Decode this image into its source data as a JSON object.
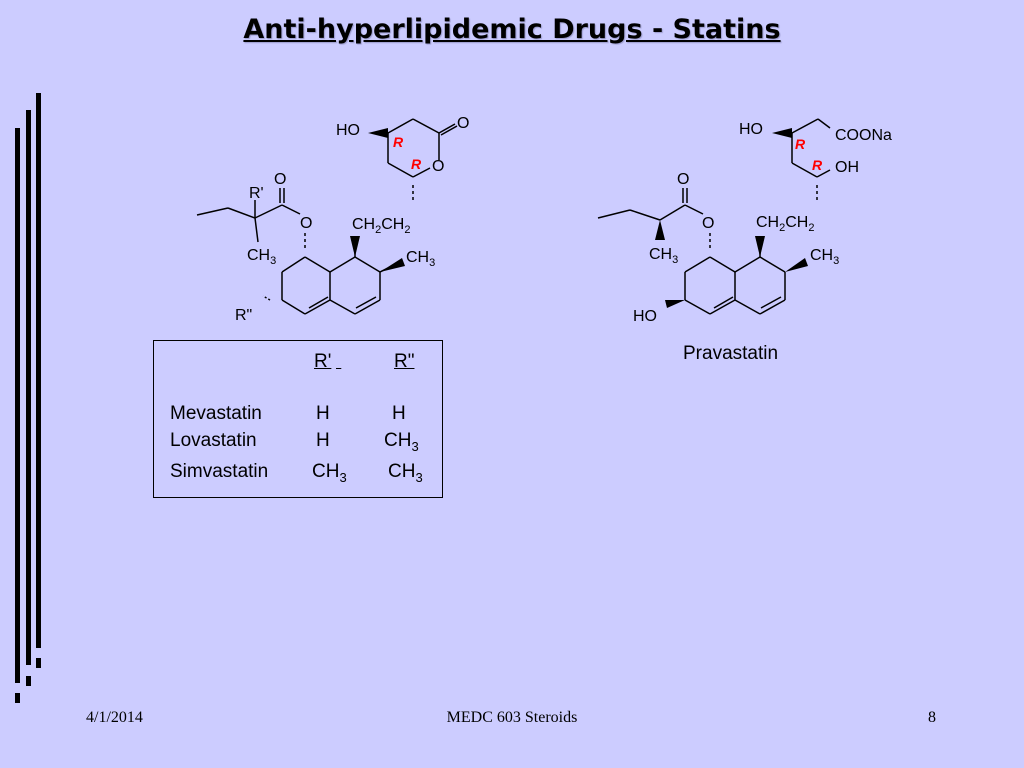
{
  "slide": {
    "title": "Anti-hyperlipidemic Drugs - Statins",
    "footer_date": "4/1/2014",
    "footer_center": "MEDC 603 Steroids",
    "footer_page": "8"
  },
  "table": {
    "header_r1": "R'",
    "header_r2": "R\"",
    "rows": [
      {
        "name": "Mevastatin",
        "r1": "H",
        "r2": "H"
      },
      {
        "name": "Lovastatin",
        "r1": "H",
        "r2": "CH3"
      },
      {
        "name": "Simvastatin",
        "r1": "CH3",
        "r2": "CH3"
      }
    ]
  },
  "left_structure": {
    "labels": [
      "HO",
      "O",
      "R",
      "R",
      "O",
      "O",
      "O",
      "R'",
      "CH2CH2",
      "CH3",
      "CH3",
      "R\""
    ]
  },
  "right_structure": {
    "name": "Pravastatin",
    "labels": [
      "HO",
      "COONa",
      "R",
      "R",
      "OH",
      "O",
      "O",
      "CH2CH2",
      "CH3",
      "CH3",
      "HO"
    ]
  },
  "colors": {
    "background": "#ccccff",
    "stereo_label": "#ff0000"
  }
}
